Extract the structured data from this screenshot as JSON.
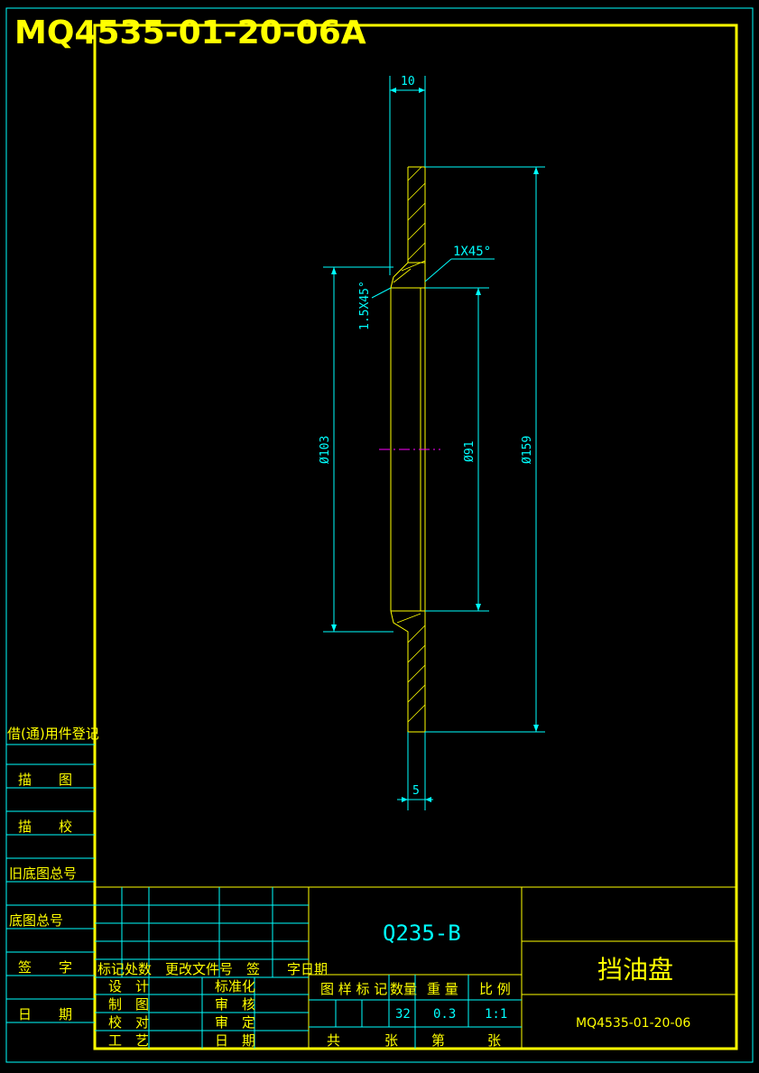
{
  "drawing_code_banner": "MQ4535-01-20-06A",
  "colors": {
    "background": "#000000",
    "frame": "#ffff00",
    "line": "#00ffff",
    "centerline": "#ff00ff"
  },
  "dimensions": {
    "top_width": "10",
    "chamfer_right": "1X45°",
    "chamfer_left": "1.5X45°",
    "dia_103": "Ø103",
    "dia_91": "Ø91",
    "dia_159": "Ø159",
    "bottom_width": "5"
  },
  "side_panel": {
    "items": [
      "借(通)用件登记",
      "描　　图",
      "描　　校",
      "旧底图总号",
      "底图总号",
      "签　　字",
      "日　　期"
    ]
  },
  "title_block": {
    "material": "Q235-B",
    "part_name": "挡油盘",
    "drawing_number": "MQ4535-01-20-06",
    "revision_header": "标记处数　更改文件号　签　　字日期",
    "roles_left": [
      "设　计",
      "制　图",
      "校　对",
      "工　艺"
    ],
    "roles_right": [
      "标准化",
      "审　核",
      "审　定",
      "日　期"
    ],
    "info_headers": [
      "图 样 标 记",
      "数量",
      "重 量",
      "比 例"
    ],
    "quantity": "32",
    "weight": "0.3",
    "scale": "1:1",
    "sheet_row": [
      "共",
      "张",
      "第",
      "张"
    ]
  }
}
